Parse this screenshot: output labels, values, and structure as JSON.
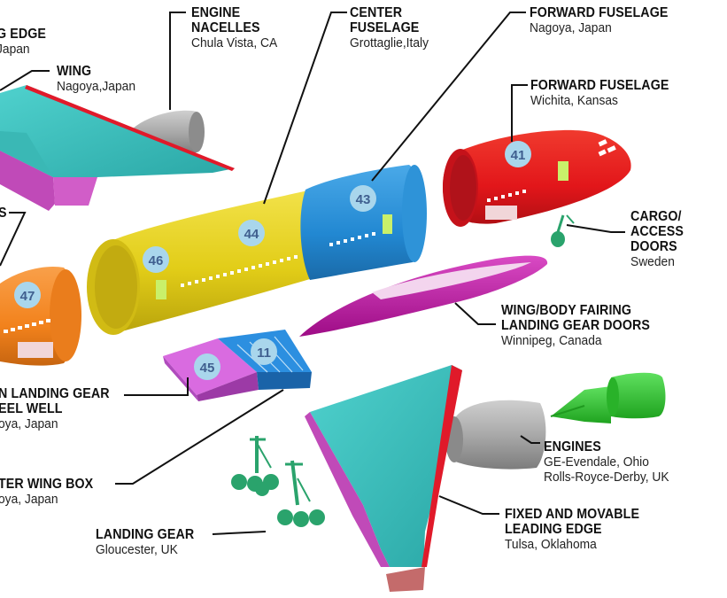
{
  "labels": {
    "trailing_edge": {
      "title": "TRAILING EDGE",
      "title_visible": "G EDGE",
      "location_visible": "Japan"
    },
    "wing": {
      "title": "WING",
      "location": "Nagoya,Japan"
    },
    "engine_nacelles": {
      "title_line1": "ENGINE",
      "title_line2": "NACELLES",
      "location": "Chula Vista, CA"
    },
    "center_fuselage": {
      "title_line1": "CENTER",
      "title_line2": "FUSELAGE",
      "location": "Grottaglie,Italy"
    },
    "forward_fuselage_nagoya": {
      "title": "FORWARD FUSELAGE",
      "location": "Nagoya, Japan"
    },
    "forward_fuselage_wichita": {
      "title": "FORWARD FUSELAGE",
      "location": "Wichita, Kansas"
    },
    "left_edge_partial": {
      "title": "S"
    },
    "cargo_doors": {
      "title_line1": "CARGO/",
      "title_line2": "ACCESS",
      "title_line3": "DOORS",
      "location": "Sweden"
    },
    "wing_body_fairing": {
      "title_line1": "WING/BODY FAIRING",
      "title_line2": "LANDING GEAR DOORS",
      "location": "Winnipeg, Canada"
    },
    "main_landing_gear_wheel_well": {
      "title_line1": "N LANDING GEAR",
      "title_line2": "EEL WELL",
      "location": "oya, Japan"
    },
    "engines": {
      "title": "ENGINES",
      "location_line1": "GE-Evendale, Ohio",
      "location_line2": "Rolls-Royce-Derby, UK"
    },
    "center_wing_box": {
      "title": "TER WING BOX",
      "location": "oya, Japan"
    },
    "landing_gear": {
      "title": "LANDING GEAR",
      "location": "Gloucester, UK"
    },
    "fixed_movable_leading_edge": {
      "title_line1": "FIXED AND MOVABLE",
      "title_line2": "LEADING EDGE",
      "location": "Tulsa, Oklahoma"
    }
  },
  "sections": {
    "s41": "41",
    "s43": "43",
    "s44": "44",
    "s46": "46",
    "s47": "47",
    "s45": "45",
    "s11": "11"
  },
  "colors": {
    "wing_cyan": "#3cc3c0",
    "leading_edge_pink": "#c04ab8",
    "red_edge": "#e01a2a",
    "fuselage_yellow": "#e6d21e",
    "fuselage_blue": "#2a8fd6",
    "nose_red": "#e8191c",
    "tail_orange": "#f5861f",
    "fairing_magenta": "#c21aa6",
    "wingbox_pink": "#d96be0",
    "wingbox_blue": "#2c8fe0",
    "engine_gray": "#a6a6a6",
    "engine_green": "#33cc33",
    "gear_green": "#2aa36c",
    "badge_fill": "#a9d6ec",
    "badge_text": "#3f5f8f",
    "leader_line": "#111111"
  },
  "icons": [
    "wing-part",
    "engine-nacelle",
    "fuselage-section",
    "nose-section",
    "fairing",
    "wing-box",
    "engine-core",
    "landing-gear",
    "leading-edge"
  ]
}
